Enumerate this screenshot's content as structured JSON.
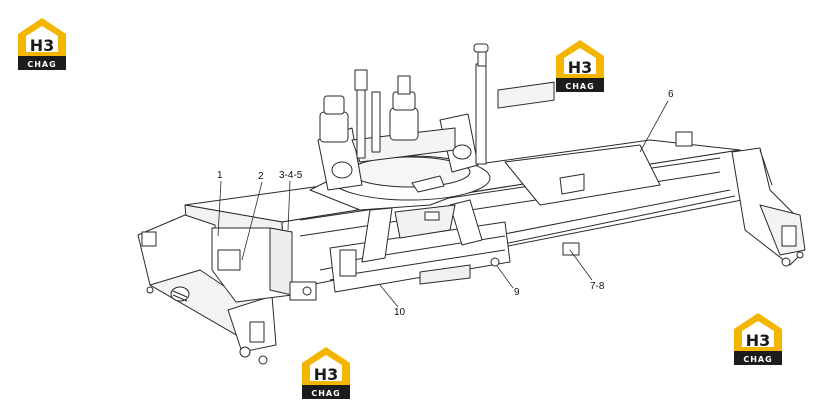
{
  "watermark": {
    "brand_main": "H3",
    "brand_sub": "CHAG",
    "colors": {
      "house": "#f4b500",
      "base": "#1c1c1c"
    }
  },
  "callouts": {
    "c1": "1",
    "c2": "2",
    "c345": "3-4-5",
    "c6": "6",
    "c78": "7-8",
    "c9": "9",
    "c10": "10"
  },
  "colors": {
    "line": "#2a2a2a",
    "fill": "#ffffff",
    "shade": "#e6e6e6"
  }
}
